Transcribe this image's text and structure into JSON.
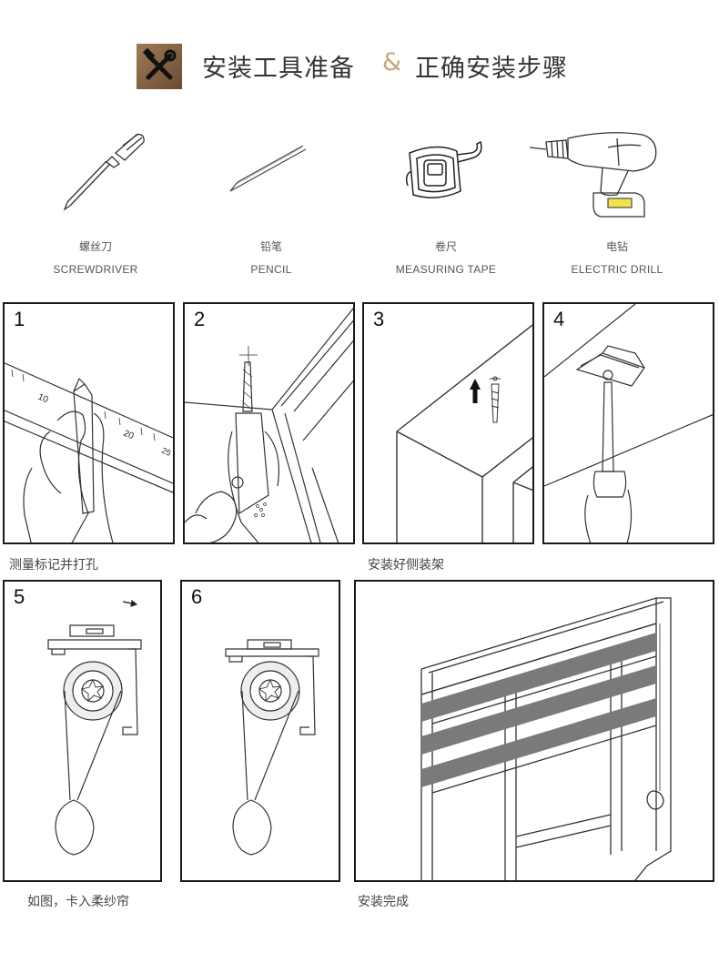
{
  "header": {
    "title_left": "安装工具准备",
    "ampersand": "&",
    "title_right": "正确安装步骤",
    "accent_color": "#c9a57a",
    "logo_icon": "tools-cross-icon"
  },
  "tools": [
    {
      "name_cn": "螺丝刀",
      "name_en": "SCREWDRIVER",
      "icon": "screwdriver-icon"
    },
    {
      "name_cn": "铅笔",
      "name_en": "PENCIL",
      "icon": "pencil-icon"
    },
    {
      "name_cn": "卷尺",
      "name_en": "MEASURING TAPE",
      "icon": "measuring-tape-icon"
    },
    {
      "name_cn": "电钻",
      "name_en": "ELECTRIC DRILL",
      "icon": "electric-drill-icon"
    }
  ],
  "steps": [
    {
      "number": "1"
    },
    {
      "number": "2"
    },
    {
      "number": "3"
    },
    {
      "number": "4"
    },
    {
      "number": "5"
    },
    {
      "number": "6"
    },
    {
      "number": ""
    }
  ],
  "ruler_labels": [
    "10",
    "20",
    "25"
  ],
  "captions": {
    "row1_left": "测量标记并打孔",
    "row1_right": "安装好侧装架",
    "row2_left": "如图，卡入柔纱帘",
    "row2_right": "安装完成"
  }
}
